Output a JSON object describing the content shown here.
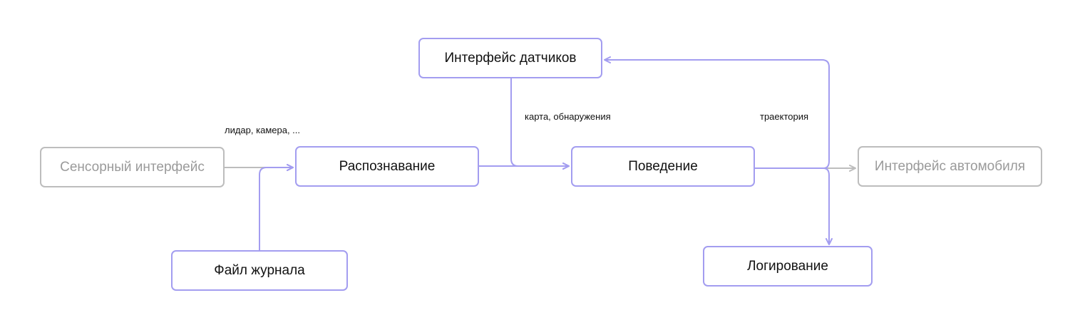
{
  "nodes": {
    "sensor_interface": "Сенсорный интерфейс",
    "perception": "Распознавание",
    "log_file": "Файл журнала",
    "sensor_drivers": "Интерфейс датчиков",
    "behavior": "Поведение",
    "vehicle_interface": "Интерфейс автомобиля",
    "logging": "Логирование"
  },
  "edge_labels": {
    "sensor_inputs": "лидар, камера, ...",
    "map_detections": "карта, обнаружения",
    "trajectory": "траектория"
  },
  "colors": {
    "active_edge": "#a39df0",
    "inactive_edge": "#bdbdbd",
    "inactive_text": "#9a9a9a"
  }
}
